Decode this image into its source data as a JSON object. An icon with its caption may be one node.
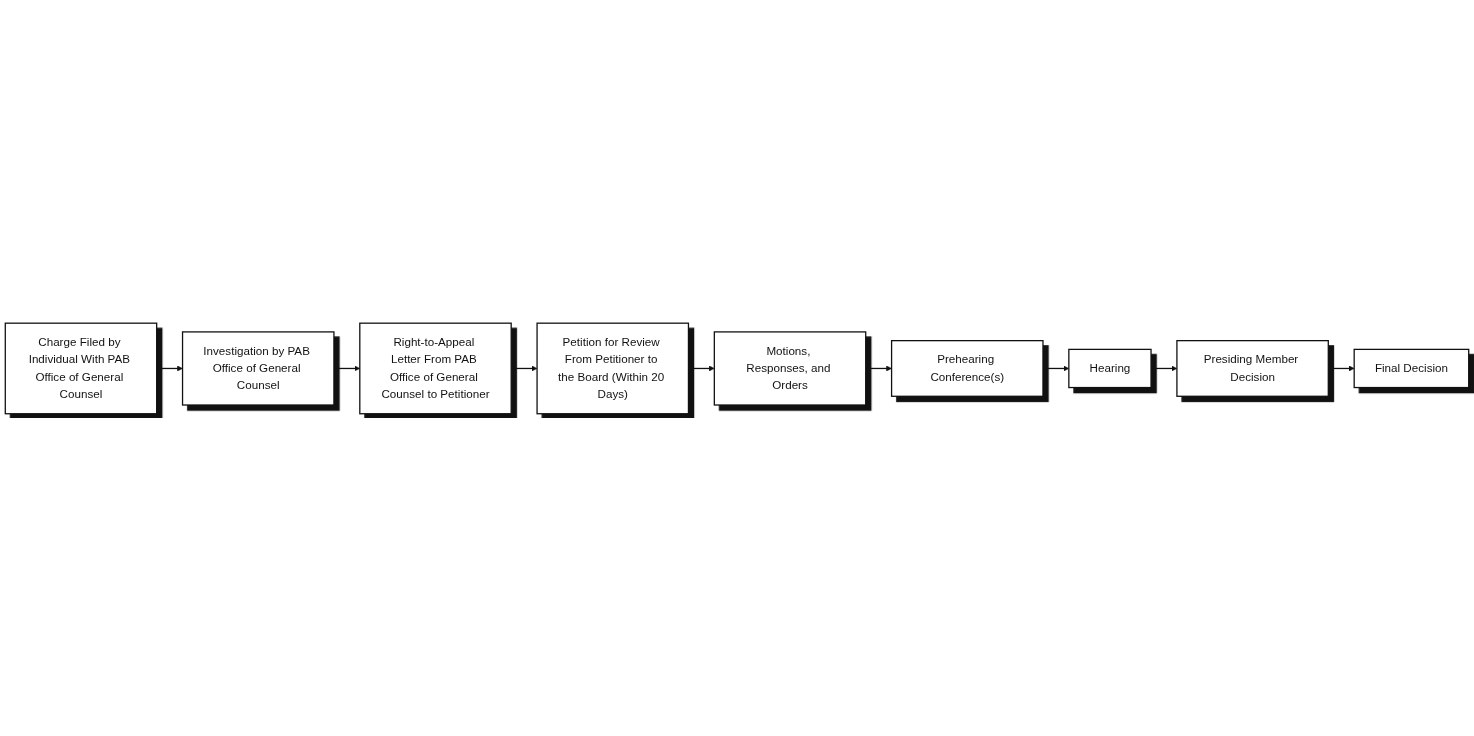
{
  "diagram": {
    "nodes": [
      {
        "text": [
          "Charge Filed by Individual With PAB Office of General Counsel"
        ]
      },
      {
        "text": [
          "Investigation by PAB Office of General Counsel"
        ]
      },
      {
        "text": [
          "Right-to-Appeal Letter From PAB Office of General Counsel to Petitioner"
        ]
      },
      {
        "text": [
          "Petition for Review From Petitioner to the Board (Within 20 Days)"
        ]
      },
      {
        "text": [
          "Motions, Responses, and Orders"
        ]
      },
      {
        "text": [
          "Prehearing Conference(s)"
        ]
      },
      {
        "text": [
          "Hearing"
        ]
      },
      {
        "text": [
          "Presiding Member Decision"
        ]
      },
      {
        "text": [
          "Final Decision"
        ]
      }
    ],
    "edges": [
      {
        "from": 0,
        "to": 1,
        "arrow": "to"
      },
      {
        "from": 1,
        "to": 2,
        "arrow": "to"
      },
      {
        "from": 2,
        "to": 3,
        "arrow": "to"
      },
      {
        "from": 3,
        "to": 4,
        "arrow": "to"
      },
      {
        "from": 4,
        "to": 5,
        "arrow": "to"
      },
      {
        "from": 5,
        "to": 6,
        "arrow": "to"
      },
      {
        "from": 6,
        "to": 7,
        "arrow": "to"
      },
      {
        "from": 7,
        "to": 8,
        "arrow": "to"
      }
    ]
  }
}
